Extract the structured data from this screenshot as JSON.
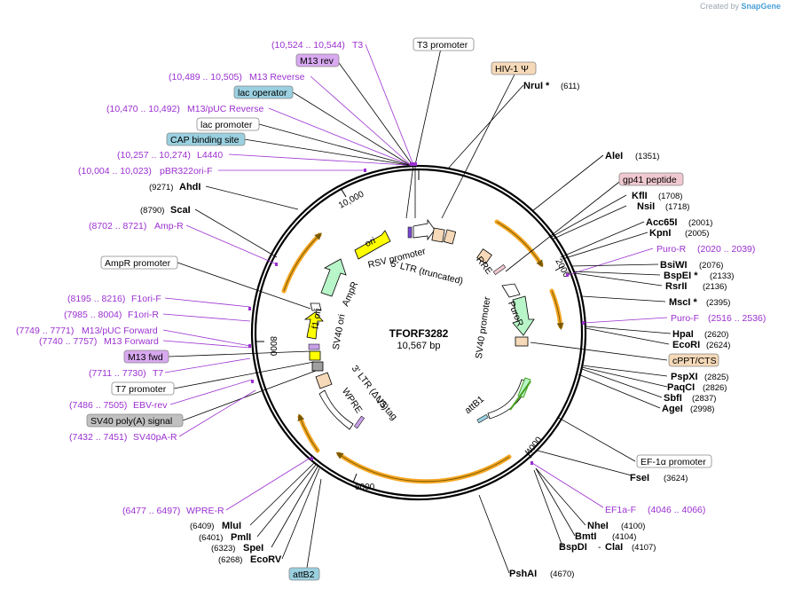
{
  "credit": {
    "prefix": "Created by",
    "brand": "SnapGene"
  },
  "plasmid": {
    "name": "TFORF3282",
    "length": "10,567 bp"
  },
  "ticks": [
    "2000",
    "4000",
    "6000",
    "8000",
    "10,000"
  ],
  "colors": {
    "primer": "#9b30d0",
    "arrow_orange": "#f5a623",
    "feature_green": "#b8f5c8",
    "ori_yellow": "#ffff00",
    "promoter_white": "#ffffff",
    "tag_tan": "#f5d9b8",
    "misc_feature": "#f0c8d0"
  },
  "top_labels": [
    {
      "text": "(10,524 .. 10,544)",
      "name": "T3",
      "type": "primer"
    },
    {
      "text": "T3 promoter",
      "type": "box"
    },
    {
      "text": "M13 rev",
      "type": "box-purple"
    },
    {
      "text": "(10,489 .. 10,505)",
      "name": "M13 Reverse",
      "type": "primer"
    },
    {
      "text": "lac operator",
      "type": "box-blue"
    },
    {
      "text": "(10,470 .. 10,492)",
      "name": "M13/pUC Reverse",
      "type": "primer"
    },
    {
      "text": "lac promoter",
      "type": "box"
    },
    {
      "text": "CAP binding site",
      "type": "box-blue"
    },
    {
      "text": "(10,257 .. 10,274)",
      "name": "L4440",
      "type": "primer"
    },
    {
      "text": "(10,004 .. 10,023)",
      "name": "pBR322ori-F",
      "type": "primer"
    }
  ],
  "left_labels": [
    {
      "pos": "(9271)",
      "name": "AhdI"
    },
    {
      "pos": "(8790)",
      "name": "ScaI"
    },
    {
      "text": "(8702 .. 8721)",
      "name": "Amp-R",
      "type": "primer"
    },
    {
      "text": "AmpR promoter",
      "type": "box"
    },
    {
      "text": "(8195 .. 8216)",
      "name": "F1ori-F",
      "type": "primer"
    },
    {
      "text": "(7985 .. 8004)",
      "name": "F1ori-R",
      "type": "primer"
    },
    {
      "text": "(7749 .. 7771)",
      "name": "M13/pUC Forward",
      "type": "primer"
    },
    {
      "text": "(7740 .. 7757)",
      "name": "M13 Forward",
      "type": "primer"
    },
    {
      "text": "M13 fwd",
      "type": "box-purple"
    },
    {
      "text": "(7711 .. 7730)",
      "name": "T7",
      "type": "primer"
    },
    {
      "text": "T7 promoter",
      "type": "box"
    },
    {
      "text": "(7486 .. 7505)",
      "name": "EBV-rev",
      "type": "primer"
    },
    {
      "text": "SV40 poly(A) signal",
      "type": "box-gray"
    },
    {
      "text": "(7432 .. 7451)",
      "name": "SV40pA-R",
      "type": "primer"
    },
    {
      "text": "(6477 .. 6497)",
      "name": "WPRE-R",
      "type": "primer"
    },
    {
      "pos": "(6409)",
      "name": "MluI"
    },
    {
      "pos": "(6401)",
      "name": "PmlI"
    },
    {
      "pos": "(6323)",
      "name": "SpeI"
    },
    {
      "pos": "(6268)",
      "name": "EcoRV"
    },
    {
      "text": "attB2",
      "type": "box-blue"
    }
  ],
  "right_labels": [
    {
      "text": "HIV-1 Ψ",
      "type": "box-tan"
    },
    {
      "name": "NruI *",
      "pos": "(611)"
    },
    {
      "name": "AleI",
      "pos": "(1351)"
    },
    {
      "text": "gp41 peptide",
      "type": "box-pink"
    },
    {
      "name": "KflI",
      "pos": "(1708)"
    },
    {
      "name": "NsiI",
      "pos": "(1718)"
    },
    {
      "name": "Acc65I",
      "pos": "(2001)"
    },
    {
      "name": "KpnI",
      "pos": "(2005)"
    },
    {
      "name": "Puro-R",
      "text": "(2020 .. 2039)",
      "type": "primer"
    },
    {
      "name": "BsiWI",
      "pos": "(2076)"
    },
    {
      "name": "BspEI *",
      "pos": "(2133)"
    },
    {
      "name": "RsrII",
      "pos": "(2136)"
    },
    {
      "name": "MscI *",
      "pos": "(2395)"
    },
    {
      "name": "Puro-F",
      "text": "(2516 .. 2536)",
      "type": "primer"
    },
    {
      "name": "HpaI",
      "pos": "(2620)"
    },
    {
      "name": "EcoRI",
      "pos": "(2624)"
    },
    {
      "text": "cPPT/CTS",
      "type": "box-tan"
    },
    {
      "name": "PspXI",
      "pos": "(2825)"
    },
    {
      "name": "PaqCI",
      "pos": "(2826)"
    },
    {
      "name": "SbfI",
      "pos": "(2837)"
    },
    {
      "name": "AgeI",
      "pos": "(2998)"
    },
    {
      "text": "EF-1α promoter",
      "type": "box"
    },
    {
      "name": "FseI",
      "pos": "(3624)"
    },
    {
      "name": "EF1a-F",
      "text": "(4046 .. 4066)",
      "type": "primer"
    },
    {
      "name": "NheI",
      "pos": "(4100)"
    },
    {
      "name": "BmtI",
      "pos": "(4104)"
    },
    {
      "name": "BspDI",
      "mid": "-",
      "name2": "ClaI",
      "pos": "(4107)"
    },
    {
      "name": "PshAI",
      "pos": "(4670)"
    }
  ],
  "inner_labels": [
    "ori",
    "RSV promoter",
    "5' LTR (truncated)",
    "RRE",
    "AmpR",
    "f1 ori",
    "SV40 ori",
    "PuroR",
    "SV40 promoter",
    "attB1",
    "3' LTR (ΔU3)",
    "WPRE",
    "V5 tag"
  ]
}
